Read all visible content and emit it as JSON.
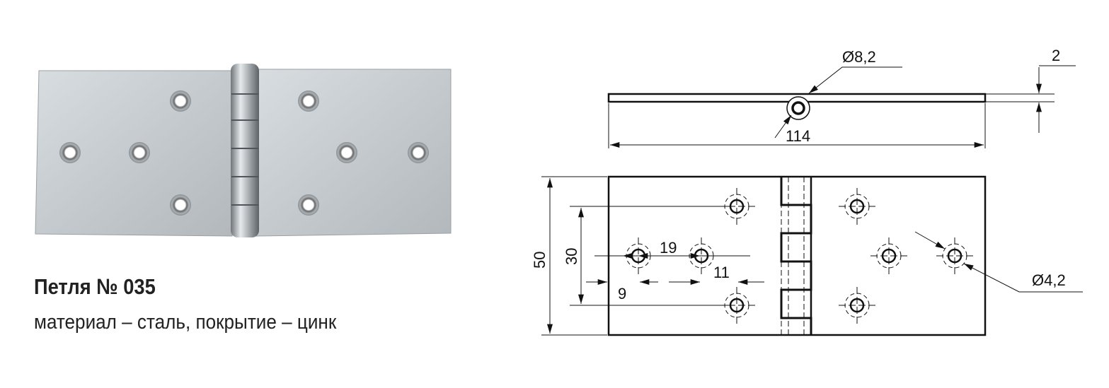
{
  "product": {
    "title": "Петля № 035",
    "subtitle": "материал – сталь, покрытие – цинк"
  },
  "dimensions": {
    "pin_diameter": "Ø8,2",
    "thickness": "2",
    "length": "114",
    "width": "50",
    "hole_spacing_vertical": "30",
    "hole_spacing_horizontal": "19",
    "edge_offset": "9",
    "offset_to_outer_holes": "11",
    "hole_diameter": "Ø4,2"
  }
}
